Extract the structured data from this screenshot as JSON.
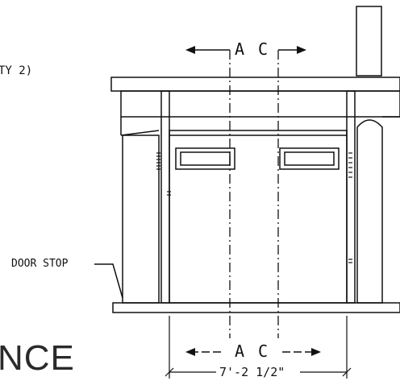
{
  "labels": {
    "quantity_fragment": "TY 2)",
    "section_a": "A",
    "section_c": "C",
    "door_stop": "DOOR STOP",
    "dimension": "7'-2 1/2\"",
    "title_fragment": "NCE"
  }
}
